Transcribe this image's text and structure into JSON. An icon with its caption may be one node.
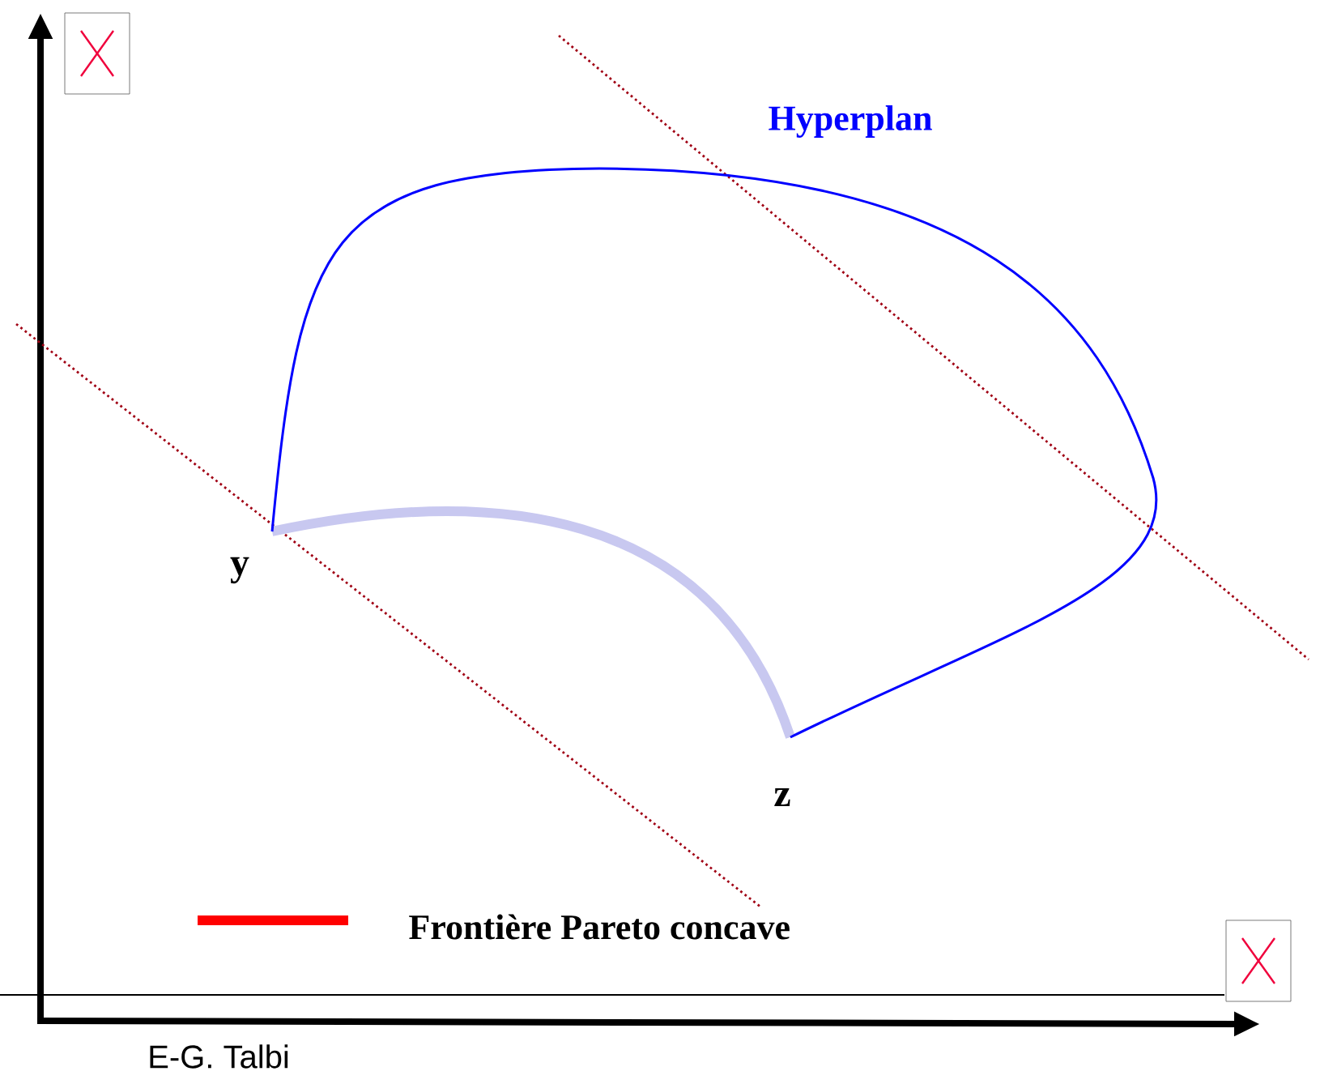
{
  "diagram": {
    "labels": [
      "Hyperplan",
      "y",
      "z",
      "E-G. Talbi"
    ],
    "legend": [
      {
        "text": "Frontière Pareto concave",
        "color": "#ff0000"
      }
    ]
  }
}
